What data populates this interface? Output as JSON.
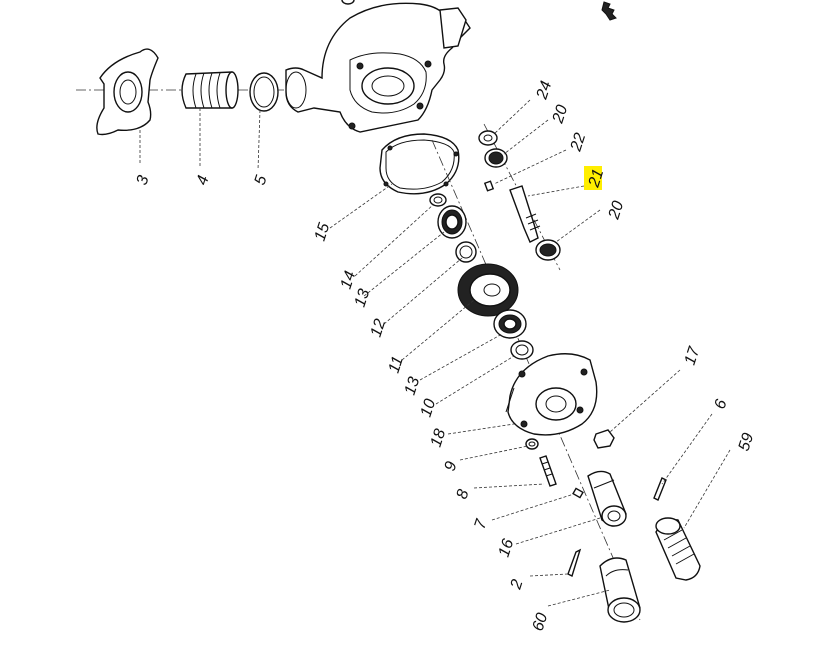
{
  "labels": {
    "p3": "3",
    "p4": "4",
    "p5": "5",
    "p15": "15",
    "p14": "14",
    "p13a": "13",
    "p12": "12",
    "p11": "11",
    "p13b": "13",
    "p10": "10",
    "p18": "18",
    "p9": "9",
    "p8": "8",
    "p7": "7",
    "p16": "16",
    "p2": "2",
    "p60": "60",
    "p24": "24",
    "p20a": "20",
    "p22": "22",
    "p21": "21",
    "p20b": "20",
    "p17": "17",
    "p6": "6",
    "p59": "59"
  },
  "highlight": {
    "label": "p21",
    "color": "#ffee00"
  }
}
